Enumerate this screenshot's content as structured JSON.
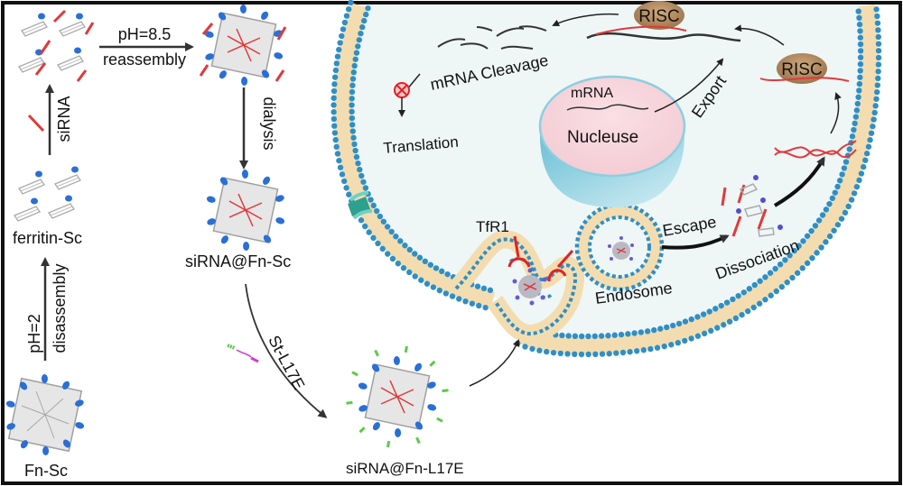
{
  "figure": {
    "left_panel": {
      "labels": {
        "fn_sc": "Fn-Sc",
        "ferritin_sc": "ferritin-Sc",
        "sirna_fn_sc": "siRNA@Fn-Sc",
        "sirna_fn_l17e": "siRNA@Fn-L17E"
      },
      "steps": {
        "disassembly_condition": "pH=2",
        "disassembly": "disassembly",
        "sirna_add": "siRNA",
        "reassembly_condition": "pH=8.5",
        "reassembly": "reassembly",
        "dialysis": "dialysis",
        "conjugation": "St-L17E"
      }
    },
    "cell": {
      "receptor": "TfR1",
      "endosome": "Endosome",
      "escape": "Escape",
      "dissociation": "Dissociation",
      "risc_1": "RISC",
      "risc_2": "RISC",
      "mrna_cleavage": "mRNA Cleavage",
      "translation": "Translation",
      "nucleus_mrna": "mRNA",
      "nucleus": "Nucleuse",
      "export": "Export"
    },
    "colors": {
      "frame": "#111111",
      "membrane_head": "#2f8fc4",
      "membrane_tail": "#f3ddb0",
      "cytoplasm": "#eef6f6",
      "nucleus_fill": "#f6d6dc",
      "nucleus_rim": "#7cc6d8",
      "risc": "#b98e62",
      "sirna": "#e0393b",
      "ferritin": "#9a9a9a",
      "binding_tag": "#2a6fd6",
      "peptide_green": "#5dc94a",
      "peptide_magenta": "#d43ad4",
      "receptor": "#e02222",
      "channel": "#3aa89a"
    }
  }
}
